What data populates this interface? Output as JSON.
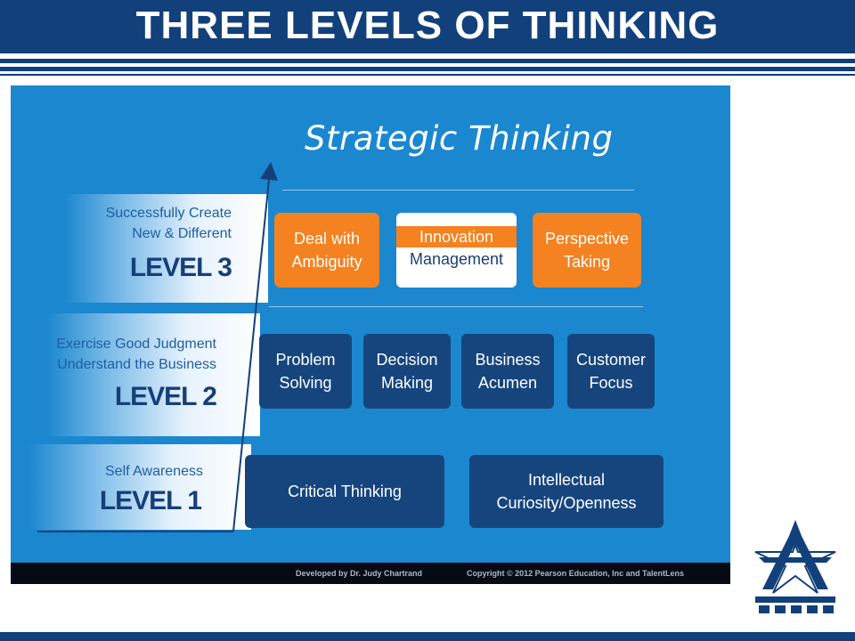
{
  "header": {
    "title": "THREE LEVELS OF THINKING"
  },
  "diagram": {
    "title": "Strategic Thinking",
    "levels": [
      {
        "name": "LEVEL 3",
        "description": [
          "Successfully Create",
          "New & Different"
        ]
      },
      {
        "name": "LEVEL 2",
        "description": [
          "Exercise Good Judgment",
          "Understand the Business"
        ]
      },
      {
        "name": "LEVEL 1",
        "description": [
          "Self Awareness"
        ]
      }
    ],
    "level3_boxes": [
      {
        "lines": [
          "Deal with",
          "Ambiguity"
        ]
      },
      {
        "band": "Innovation",
        "lines": [
          "Management"
        ]
      },
      {
        "lines": [
          "Perspective",
          "Taking"
        ]
      }
    ],
    "level2_boxes": [
      {
        "lines": [
          "Problem",
          "Solving"
        ]
      },
      {
        "lines": [
          "Decision",
          "Making"
        ]
      },
      {
        "lines": [
          "Business",
          "Acumen"
        ]
      },
      {
        "lines": [
          "Customer",
          "Focus"
        ]
      }
    ],
    "level1_boxes": [
      {
        "lines": [
          "Critical Thinking"
        ]
      },
      {
        "lines": [
          "Intellectual",
          "Curiosity/Openness"
        ]
      }
    ],
    "footer": {
      "developer": "Developed by Dr. Judy Chartrand",
      "copyright": "Copyright © 2012 Pearson Education, Inc and TalentLens"
    },
    "colors": {
      "panel": "#1b87cf",
      "orange": "#f58220",
      "navy": "#16457e",
      "header": "#12407a"
    }
  }
}
